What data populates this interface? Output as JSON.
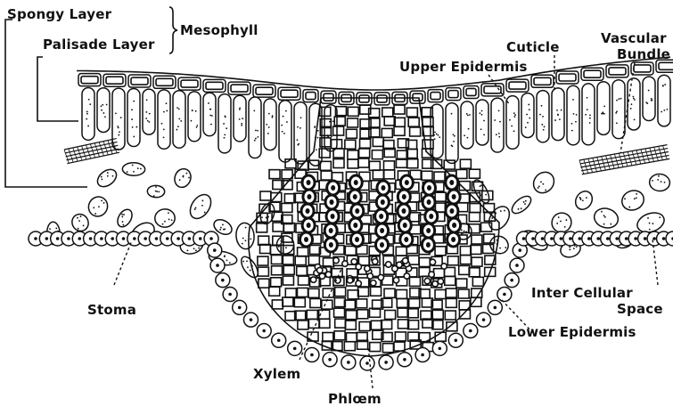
{
  "labels": {
    "spongy_layer": "Spongy Layer",
    "palisade_layer": "Palisade Layer",
    "mesophyll": "Mesophyll",
    "cuticle": "Cuticle",
    "upper_epidermis": "Upper Epidermis",
    "vascular": "Vascular",
    "bundle": "Bundle",
    "stoma": "Stoma",
    "inter_cellular": "Inter Cellular",
    "space": "Space",
    "lower_epidermis": "Lower Epidermis",
    "xylem": "Xylem",
    "phloem": "Phlœm"
  },
  "colors": {
    "ink": "#111111",
    "background": "#ffffff"
  }
}
